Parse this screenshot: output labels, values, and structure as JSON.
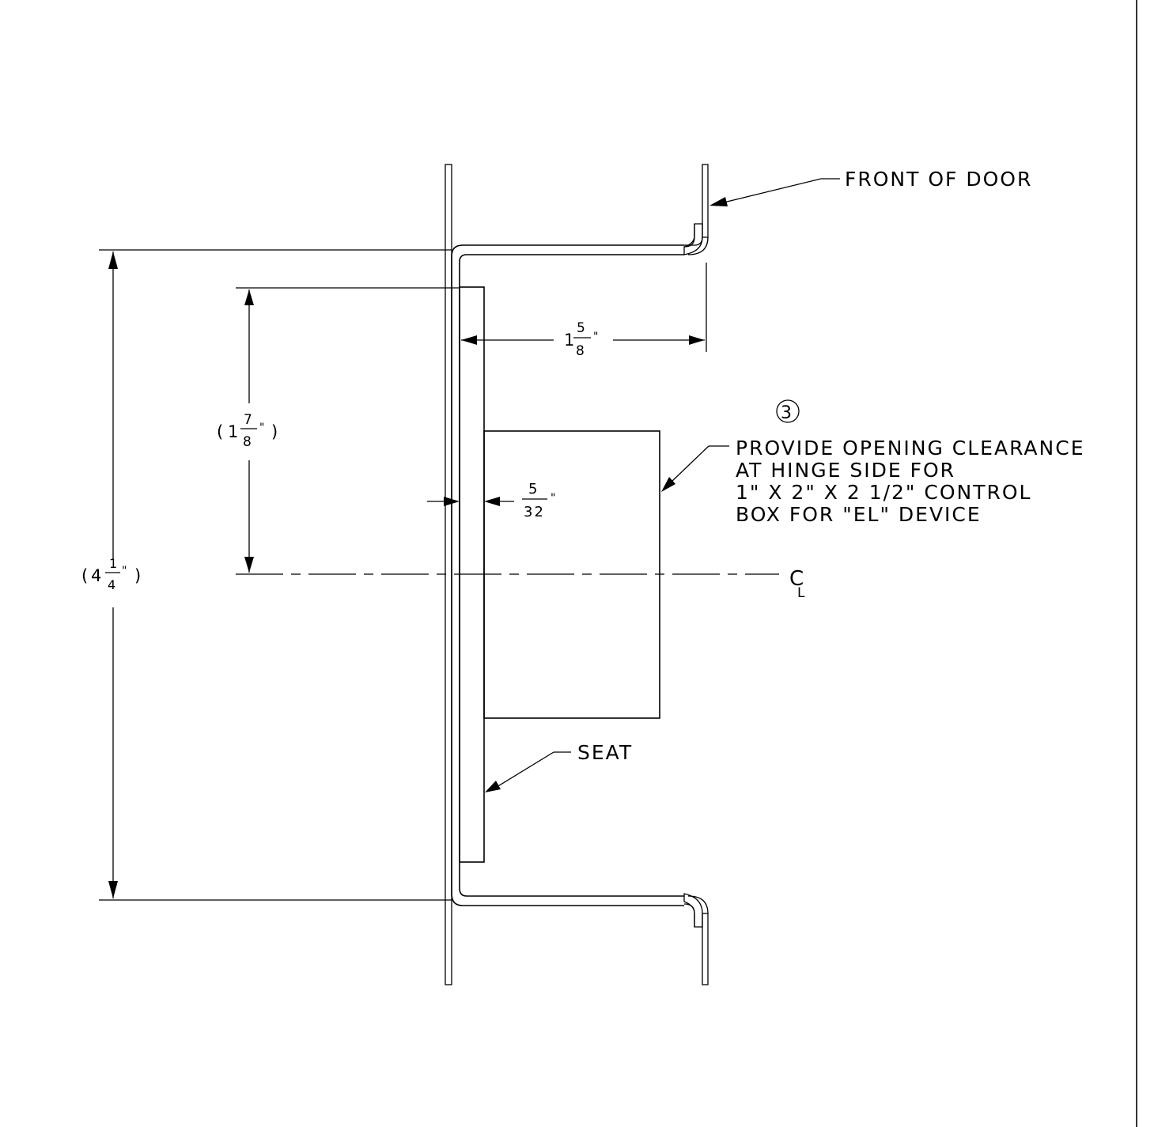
{
  "labels": {
    "front_of_door": "FRONT OF DOOR",
    "seat": "SEAT",
    "note_number": "3",
    "note_lines": [
      "PROVIDE OPENING CLEARANCE",
      "AT HINGE SIDE FOR",
      "1\" X 2\" X 2 1/2\" CONTROL",
      "BOX FOR \"EL\" DEVICE"
    ],
    "centerline_symbol": "C",
    "centerline_subscript": "L"
  },
  "dimensions": {
    "overall_height": {
      "open": "(",
      "whole": "4",
      "num": "1",
      "den": "4",
      "unit": "\"",
      "close": ")"
    },
    "seat_to_centerline": {
      "open": "(",
      "whole": "1",
      "num": "7",
      "den": "8",
      "unit": "\"",
      "close": ")"
    },
    "depth": {
      "whole": "1",
      "num": "5",
      "den": "8",
      "unit": "\""
    },
    "offset": {
      "num": "5",
      "den": "32",
      "unit": "\""
    }
  }
}
